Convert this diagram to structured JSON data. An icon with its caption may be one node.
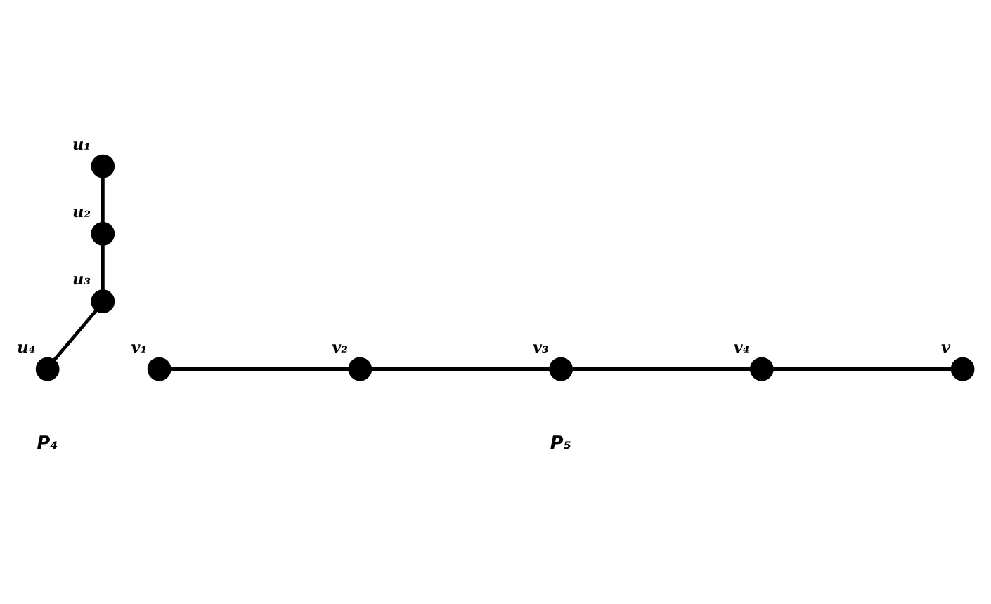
{
  "diagram": {
    "nodes": [
      {
        "text": [],
        "shape": "circle",
        "beside": [
          "u₁"
        ]
      },
      {
        "text": [],
        "shape": "circle",
        "beside": [
          "u₂"
        ]
      },
      {
        "text": [],
        "shape": "circle",
        "beside": [
          "u₃"
        ]
      },
      {
        "text": [],
        "shape": "circle",
        "beside": [
          "u₄"
        ]
      },
      {
        "text": [],
        "shape": "circle",
        "beside": [
          "v₁"
        ]
      },
      {
        "text": [],
        "shape": "circle",
        "beside": [
          "v₂"
        ]
      },
      {
        "text": [],
        "shape": "circle",
        "beside": [
          "v₃"
        ]
      },
      {
        "text": [],
        "shape": "circle",
        "beside": [
          "v₄"
        ]
      },
      {
        "text": [],
        "shape": "circle",
        "beside": [
          "v"
        ]
      }
    ],
    "edges": [
      {
        "from": 0,
        "to": 1,
        "arrow": "none"
      },
      {
        "from": 1,
        "to": 2,
        "arrow": "none"
      },
      {
        "from": 2,
        "to": 3,
        "arrow": "none"
      },
      {
        "from": 4,
        "to": 5,
        "arrow": "none"
      },
      {
        "from": 5,
        "to": 6,
        "arrow": "none"
      },
      {
        "from": 6,
        "to": 7,
        "arrow": "none"
      },
      {
        "from": 7,
        "to": 8,
        "arrow": "none"
      }
    ],
    "labels": [
      "P₄",
      "P₅"
    ]
  }
}
